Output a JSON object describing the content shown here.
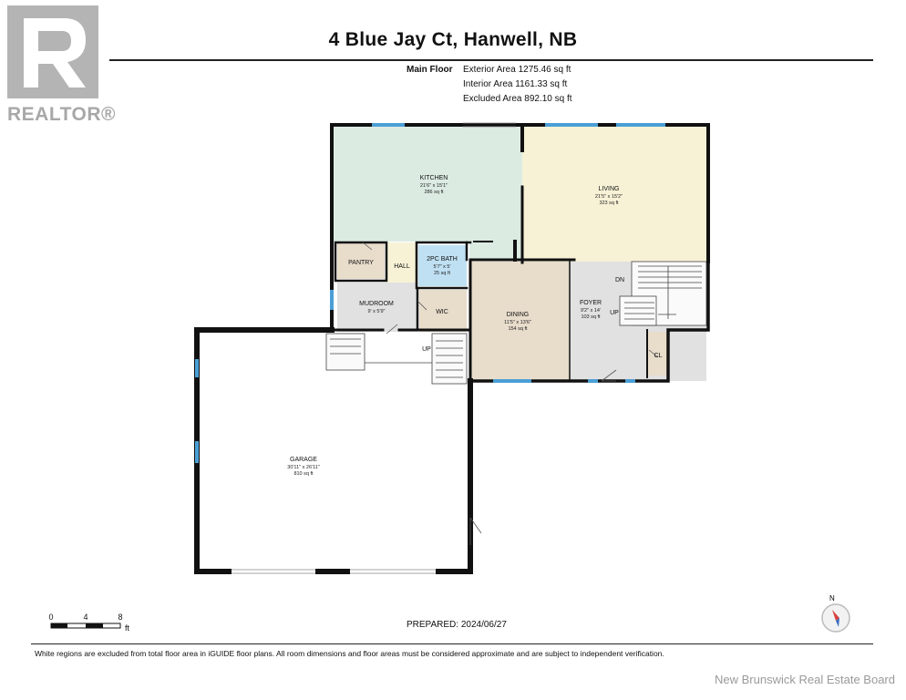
{
  "brand": {
    "logo_letter": "R",
    "logo_word": "REALTOR®",
    "logo_color": "#b4b4b4"
  },
  "header": {
    "title": "4 Blue Jay Ct, Hanwell, NB",
    "floor_label": "Main Floor",
    "areas": [
      "Exterior Area 1275.46 sq ft",
      "Interior Area 1161.33 sq ft",
      "Excluded Area 892.10 sq ft"
    ]
  },
  "rooms": {
    "kitchen": {
      "name": "KITCHEN",
      "dims": "21'6\" x 15'1\"",
      "area": "286 sq ft",
      "fill": "#dcebe2"
    },
    "living": {
      "name": "LIVING",
      "dims": "21'5\" x 15'2\"",
      "area": "323 sq ft",
      "fill": "#f7f2d6"
    },
    "pantry": {
      "name": "PANTRY",
      "fill": "#e8dccb"
    },
    "hall": {
      "name": "HALL",
      "fill": "#f7f2d6"
    },
    "bath": {
      "name": "2PC BATH",
      "dims": "5'7\" x 5'",
      "area": "25 sq ft",
      "fill": "#bfe0f2"
    },
    "mudroom": {
      "name": "MUDROOM",
      "dims": "9' x 5'9\"",
      "fill": "#e1e1e1"
    },
    "wic": {
      "name": "WIC",
      "fill": "#e8dccb"
    },
    "dining": {
      "name": "DINING",
      "dims": "11'5\" x 13'6\"",
      "area": "154 sq ft",
      "fill": "#e8dccb"
    },
    "foyer": {
      "name": "FOYER",
      "dims": "9'2\" x 14'",
      "area": "103 sq ft",
      "fill": "#e1e1e1"
    },
    "closet": {
      "name": "CL",
      "fill": "#e8dccb"
    },
    "garage": {
      "name": "GARAGE",
      "dims": "30'11\" x 26'11\"",
      "area": "810 sq ft",
      "fill": "#ffffff"
    }
  },
  "stairs": {
    "down": "DN",
    "up_foyer": "UP",
    "up_garage": "UP"
  },
  "colors": {
    "wall": "#111111",
    "window": "#4a9fd6"
  },
  "scale": {
    "ticks": [
      "0",
      "4",
      "8"
    ],
    "unit": "ft"
  },
  "prepared": "PREPARED: 2024/06/27",
  "compass": {
    "north": "N"
  },
  "disclaimer": "White regions are excluded from total floor area in iGUIDE floor plans. All room dimensions and floor areas must be considered approximate and are subject to independent verification.",
  "watermark": "New Brunswick Real Estate Board"
}
